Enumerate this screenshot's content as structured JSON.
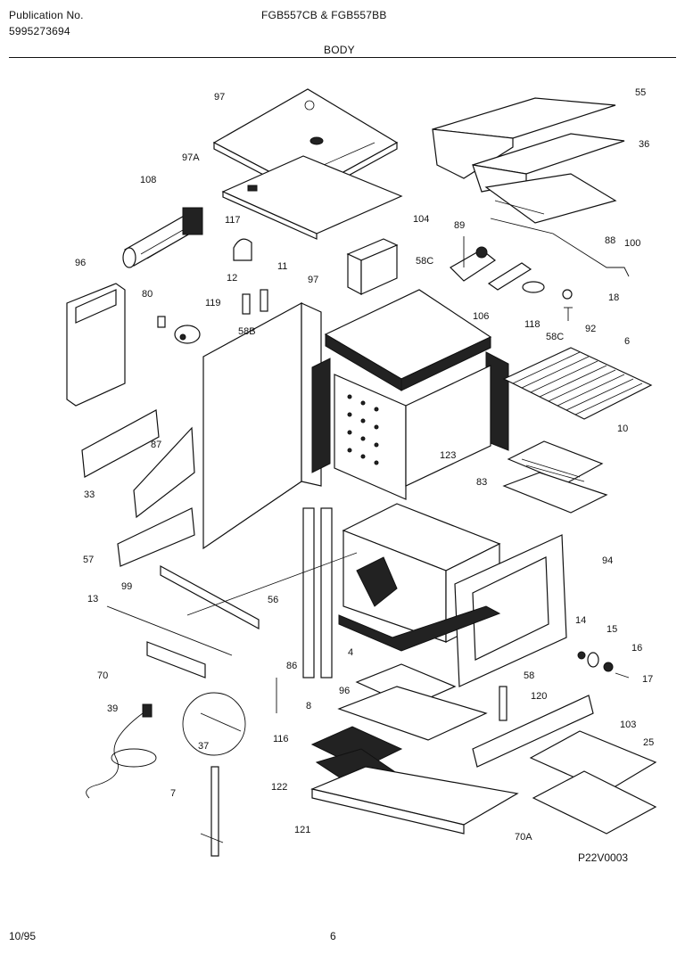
{
  "header": {
    "publication_label": "Publication No.",
    "publication_number": "5995273694",
    "models": "FGB557CB & FGB557BB",
    "section": "BODY"
  },
  "footer": {
    "date": "10/95",
    "page": "6"
  },
  "figure_code": "P22V0003",
  "callouts": {
    "c97_top": "97",
    "c97A": "97A",
    "c108": "108",
    "c117": "117",
    "c104": "104",
    "c55": "55",
    "c36": "36",
    "c100": "100",
    "c89": "89",
    "c88": "88",
    "c96_left": "96",
    "c80": "80",
    "c12": "12",
    "c11": "11",
    "c97_mid": "97",
    "c58C_top": "58C",
    "c119": "119",
    "c58B": "58B",
    "c106": "106",
    "c118": "118",
    "c18": "18",
    "c92": "92",
    "c58C_right": "58C",
    "c6": "6",
    "c87": "87",
    "c33": "33",
    "c123": "123",
    "c10": "10",
    "c83": "83",
    "c57": "57",
    "c99": "99",
    "c94": "94",
    "c13": "13",
    "c56": "56",
    "c14": "14",
    "c15": "15",
    "c16": "16",
    "c17": "17",
    "c4": "4",
    "c58_lower": "58",
    "c70": "70",
    "c86": "86",
    "c96_lower": "96",
    "c120": "120",
    "c39": "39",
    "c8": "8",
    "c103": "103",
    "c37": "37",
    "c116": "116",
    "c25": "25",
    "c7": "7",
    "c122": "122",
    "c121": "121",
    "c70A": "70A"
  }
}
